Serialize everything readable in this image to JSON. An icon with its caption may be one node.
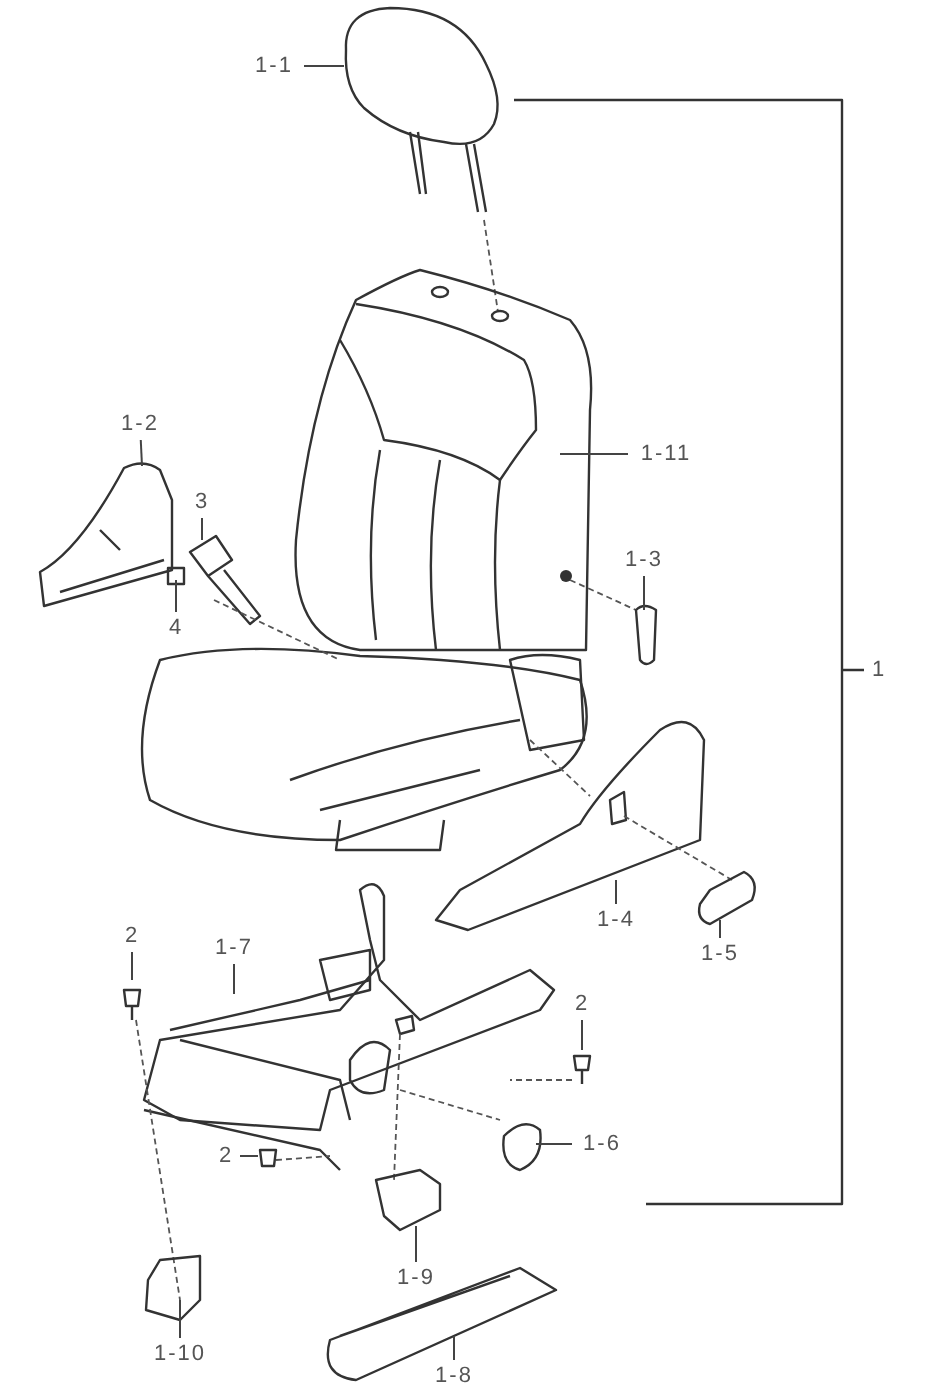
{
  "diagram": {
    "nodes": [
      {
        "text": [
          "1-1"
        ]
      },
      {
        "text": [
          "1-2"
        ]
      },
      {
        "text": [
          "3"
        ]
      },
      {
        "text": [
          "1-11"
        ]
      },
      {
        "text": [
          "4"
        ]
      },
      {
        "text": [
          "1-3"
        ]
      },
      {
        "text": [
          "1-4"
        ]
      },
      {
        "text": [
          "1-5"
        ]
      },
      {
        "text": [
          "2"
        ]
      },
      {
        "text": [
          "1-7"
        ]
      },
      {
        "text": [
          "2"
        ]
      },
      {
        "text": [
          "1-6"
        ]
      },
      {
        "text": [
          "2"
        ]
      },
      {
        "text": [
          "1-9"
        ]
      },
      {
        "text": [
          "1-10"
        ]
      },
      {
        "text": [
          "1-8"
        ]
      }
    ],
    "edges": [
      {
        "from": 0,
        "to": null,
        "arrow": "none"
      },
      {
        "from": 1,
        "to": null,
        "arrow": "none"
      },
      {
        "from": 2,
        "to": null,
        "arrow": "none"
      },
      {
        "from": 3,
        "to": null,
        "arrow": "none"
      },
      {
        "from": 4,
        "to": null,
        "arrow": "none"
      },
      {
        "from": 5,
        "to": null,
        "arrow": "none"
      },
      {
        "from": 6,
        "to": null,
        "arrow": "none"
      },
      {
        "from": 7,
        "to": null,
        "arrow": "none"
      },
      {
        "from": 8,
        "to": null,
        "arrow": "none"
      },
      {
        "from": 9,
        "to": null,
        "arrow": "none"
      },
      {
        "from": 10,
        "to": null,
        "arrow": "none"
      },
      {
        "from": 11,
        "to": null,
        "arrow": "none"
      },
      {
        "from": 12,
        "to": null,
        "arrow": "none"
      },
      {
        "from": 13,
        "to": null,
        "arrow": "none"
      },
      {
        "from": 14,
        "to": null,
        "arrow": "none"
      },
      {
        "from": 15,
        "to": null,
        "arrow": "none"
      }
    ],
    "labels": [
      "1"
    ]
  }
}
